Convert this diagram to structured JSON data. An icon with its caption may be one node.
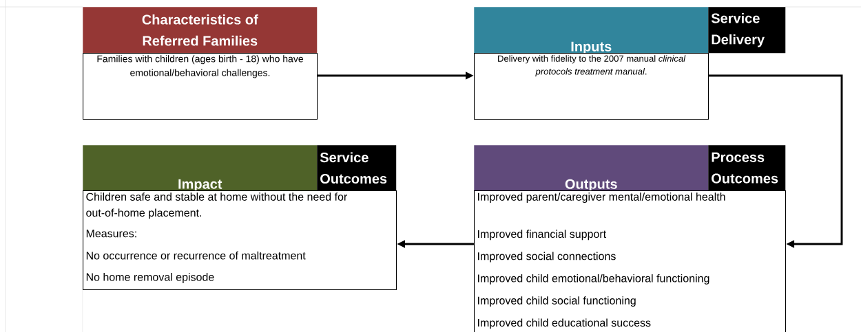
{
  "diagram": {
    "nodes": [
      {
        "text": [
          "Characteristics of Referred Families"
        ]
      },
      {
        "text": [
          "Inputs"
        ]
      },
      {
        "text": [
          "Service Delivery"
        ]
      },
      {
        "text": [
          "Families with children (ages birth - 18) who have emotional/behavioral challenges."
        ]
      },
      {
        "text": [
          "Delivery with fidelity to the 2007 manual *clinical protocols treatment manual*."
        ]
      },
      {
        "text": [
          "Impact"
        ]
      },
      {
        "text": [
          "Service Outcomes"
        ]
      },
      {
        "text": [
          "Outputs"
        ]
      },
      {
        "text": [
          "Process Outcomes"
        ]
      },
      {
        "text": [
          "Children safe and stable at home without the need for out-of-home placement.",
          "Measures:",
          "No occurrence or recurrence of maltreatment",
          "No home removal episode"
        ]
      },
      {
        "text": [
          "Improved parent/caregiver mental/emotional health",
          "Improved financial support",
          "Improved social connections",
          "Improved child emotional/behavioral functioning",
          "Improved child social functioning",
          "Improved child educational success"
        ]
      }
    ],
    "edges": [
      {
        "from": 3,
        "to": 4,
        "arrow": "to"
      },
      {
        "from": 4,
        "to": 10,
        "arrow": "to"
      },
      {
        "from": 10,
        "to": 9,
        "arrow": "to"
      }
    ]
  }
}
